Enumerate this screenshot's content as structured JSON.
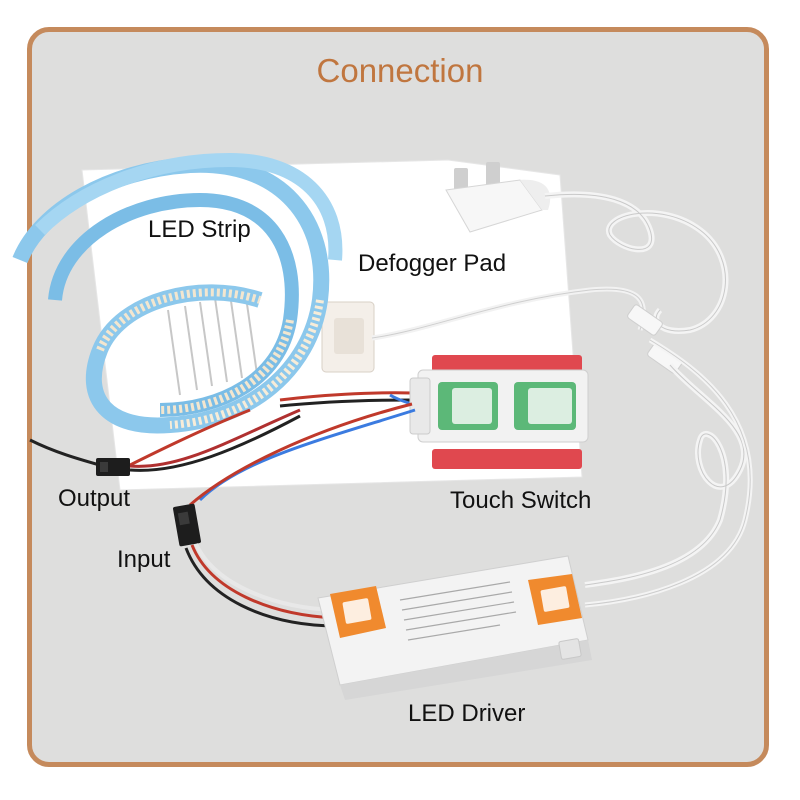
{
  "title": "Connection",
  "labels": {
    "led_strip": "LED Strip",
    "defogger_pad": "Defogger Pad",
    "output": "Output",
    "touch_switch": "Touch Switch",
    "input": "Input",
    "led_driver": "LED Driver"
  },
  "colors": {
    "frame_border": "#c58a5c",
    "title": "#c0763f",
    "background": "#dededd",
    "strip_blue": "#8cc8ec",
    "driver_orange": "#f08a2e",
    "switch_red": "#e0484f"
  }
}
